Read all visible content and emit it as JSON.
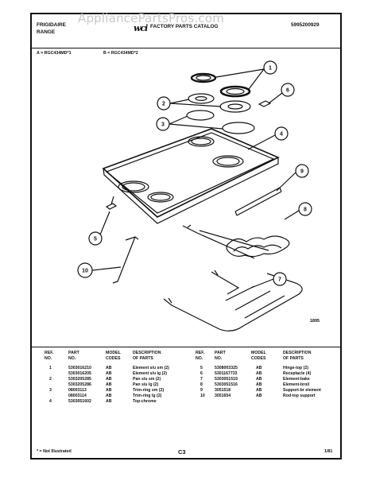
{
  "watermark": "AppliancePartsPros.com",
  "header": {
    "brand_line1": "FRIGIDAIRE",
    "brand_line2": "RANGE",
    "logo": "wci",
    "catalog_title": "FACTORY PARTS CATALOG",
    "catalog_number": "5995200929",
    "model_a": "A = RGC434MD*1",
    "model_b": "B = RGC434MD*2"
  },
  "diagram": {
    "callouts": [
      "1",
      "2",
      "3",
      "4",
      "5",
      "6",
      "7",
      "8",
      "9",
      "10"
    ],
    "year": "1895"
  },
  "table": {
    "headers": {
      "ref": "REF.",
      "ref2": "NO.",
      "part": "PART",
      "part2": "NO.",
      "model": "MODEL",
      "model2": "CODES",
      "desc": "DESCRIPTION",
      "desc2": "OF PARTS"
    },
    "left_rows": [
      {
        "ref": "1",
        "part": "5303016210",
        "model": "AB",
        "desc": "Element s/u sm (2)"
      },
      {
        "ref": "",
        "part": "5303016205",
        "model": "AB",
        "desc": "Element s/u lg (2)"
      },
      {
        "ref": "2",
        "part": "5303205285",
        "model": "AB",
        "desc": "Pan s/u sm (2)"
      },
      {
        "ref": "",
        "part": "5303205286",
        "model": "AB",
        "desc": "Pan s/u lg (2)"
      },
      {
        "ref": "3",
        "part": "08003113",
        "model": "AB",
        "desc": "Trim-ring sm (2)"
      },
      {
        "ref": "",
        "part": "08003114",
        "model": "AB",
        "desc": "Trim-ring lg (2)"
      },
      {
        "ref": "4",
        "part": "5303051602",
        "model": "AB",
        "desc": "Top-chrome"
      }
    ],
    "right_rows": [
      {
        "ref": "5",
        "part": "5308003325",
        "model": "AB",
        "desc": "Hinge-top (2)"
      },
      {
        "ref": "6",
        "part": "5301167733",
        "model": "AB",
        "desc": "Receptacle (4)"
      },
      {
        "ref": "7",
        "part": "5303051519",
        "model": "AB",
        "desc": "Element-bake"
      },
      {
        "ref": "8",
        "part": "5303051516",
        "model": "AB",
        "desc": "Element-broil"
      },
      {
        "ref": "9",
        "part": "3051518",
        "model": "AB",
        "desc": "Support-br element"
      },
      {
        "ref": "10",
        "part": "3051654",
        "model": "AB",
        "desc": "Rod-top support"
      }
    ]
  },
  "footer": {
    "note": "* = Not Illustrated",
    "page": "C3",
    "date": "1/81"
  }
}
